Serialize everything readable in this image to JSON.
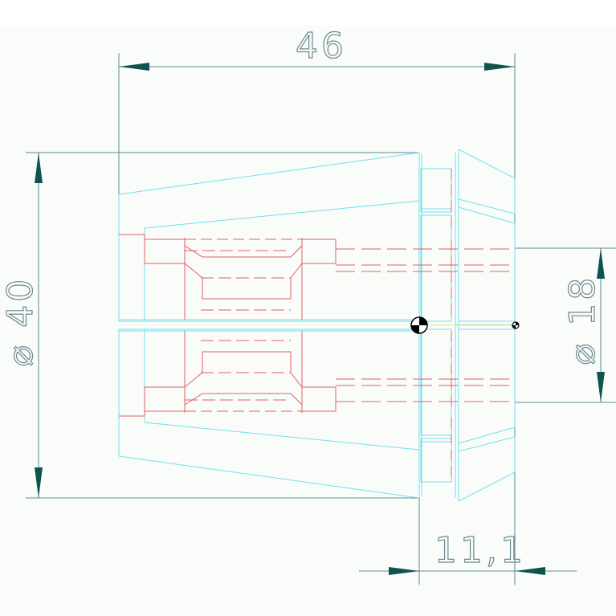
{
  "drawing": {
    "dimensions": {
      "overall_length": "46",
      "outer_diameter": "⌀ 40",
      "bore_diameter": "⌀ 18",
      "nose_length": "11,1"
    },
    "colors": {
      "background": "#fafcfa",
      "outline": "#6fe0ee",
      "dimension": "#5e8a92",
      "hidden": "#e06060",
      "arrow": "#0f5250",
      "center": "#e8e860"
    }
  }
}
